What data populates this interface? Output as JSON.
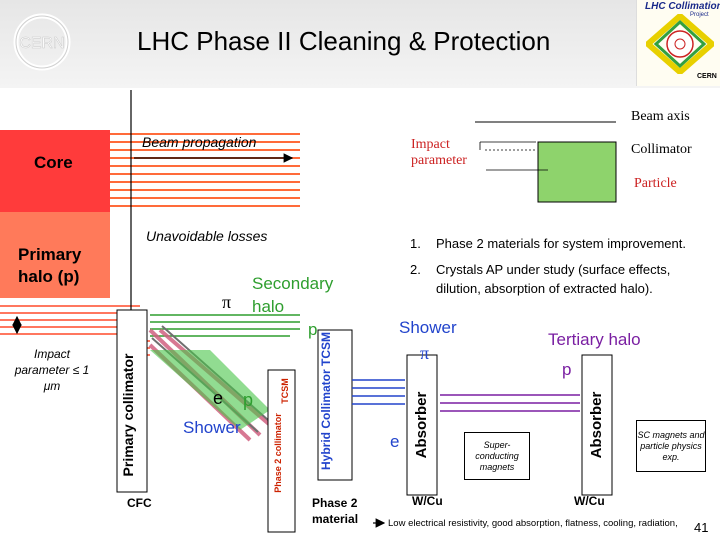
{
  "header": {
    "title": "LHC Phase II Cleaning & Protection"
  },
  "logo": {
    "name": "LHC Collimation",
    "sub": "Project",
    "org": "CERN"
  },
  "beam": {
    "core": "Core",
    "propagation": "Beam propagation",
    "primary_halo": "Primary halo (p)",
    "impact_parameter": "Impact parameter ≤ 1 μm",
    "unavoidable_losses": "Unavoidable losses"
  },
  "inset": {
    "beam_axis": "Beam axis",
    "impact_parameter": "Impact parameter",
    "collimator": "Collimator",
    "particle": "Particle"
  },
  "notes": [
    {
      "num": "1.",
      "text": "Phase 2 materials for system improvement."
    },
    {
      "num": "2.",
      "text": "Crystals AP under study (surface effects,",
      "text2": "dilution, absorption of extracted halo)."
    }
  ],
  "diagram": {
    "primary_collimator": "Primary collimator",
    "cfc": "CFC",
    "pi1": "π",
    "secondary_halo": "Secondary halo",
    "p1": "p",
    "e": "e",
    "p2": "p",
    "shower1": "Shower",
    "phase2_collimator": "Phase 2 collimator",
    "tcsm_vertical": "TCSM",
    "hybrid": "Hybrid Collimator TCSM",
    "phase2_material": "Phase 2 material",
    "shower2": "Shower",
    "pi2": "π",
    "e2": "e",
    "absorber1": "Absorber",
    "wcu1": "W/Cu",
    "sc_magnets_1": "Super-conducting magnets",
    "tertiary_halo": "Tertiary halo",
    "p3": "p",
    "absorber2": "Absorber",
    "wcu2": "W/Cu",
    "sc_magnets_2": "SC magnets and particle physics exp.",
    "footer_note": "Low electrical resistivity, good absorption, flatness, cooling, radiation,",
    "page_number": "41"
  },
  "colors": {
    "core_red": "#ff3b3b",
    "halo_red": "#ff7a5a",
    "beam_orange": "#ff6b3a",
    "secondary_green": "#2e9e2e",
    "shower_blue": "#2244cc",
    "tertiary_purple": "#7a1fa2",
    "inset_green": "#8ed36c"
  }
}
